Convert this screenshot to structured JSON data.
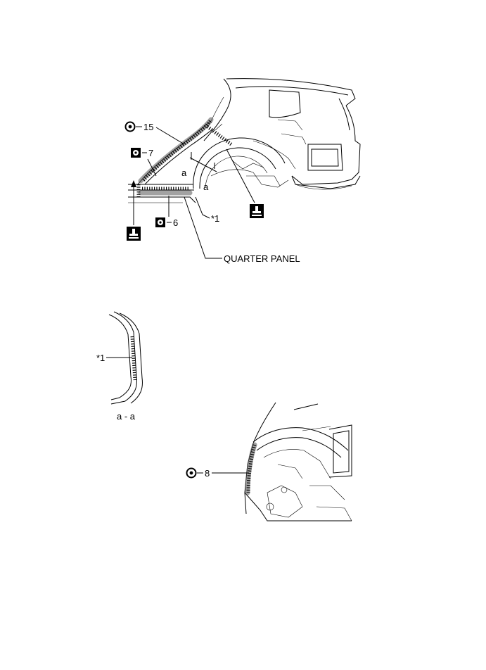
{
  "labels": {
    "callout_15": "15",
    "callout_7": "7",
    "callout_6": "6",
    "callout_8": "8",
    "section_mark_a_left": "a",
    "section_mark_a_right": "a",
    "note_1_main": "*1",
    "note_1_section": "*1",
    "quarter_panel": "QUARTER PANEL",
    "section_title": "a - a"
  },
  "icons": {
    "spot_weld_symbol": "double-circle-icon",
    "plug_weld_symbol": "square-circle-icon",
    "weld_gun_symbol": "weld-gun-icon"
  },
  "colors": {
    "line": "#000000",
    "background": "#ffffff"
  }
}
